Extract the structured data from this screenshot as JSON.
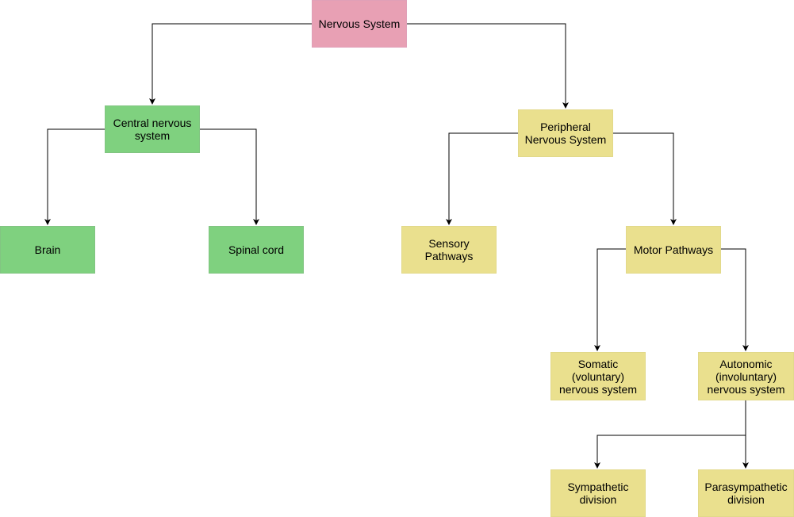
{
  "colors": {
    "root": "#e8a0b4",
    "central": "#7fd17f",
    "peripheral": "#eae08e",
    "edge": "#000000"
  },
  "nodes": {
    "nervous_system": "Nervous System",
    "central": "Central nervous\nsystem",
    "peripheral": "Peripheral\nNervous System",
    "brain": "Brain",
    "spinal_cord": "Spinal cord",
    "sensory": "Sensory Pathways",
    "motor": "Motor Pathways",
    "somatic": "Somatic\n(voluntary)\nnervous system",
    "autonomic": "Autonomic\n(involuntary)\nnervous system",
    "sympathetic": "Sympathetic\ndivision",
    "parasympathetic": "Parasympathetic\ndivision"
  }
}
